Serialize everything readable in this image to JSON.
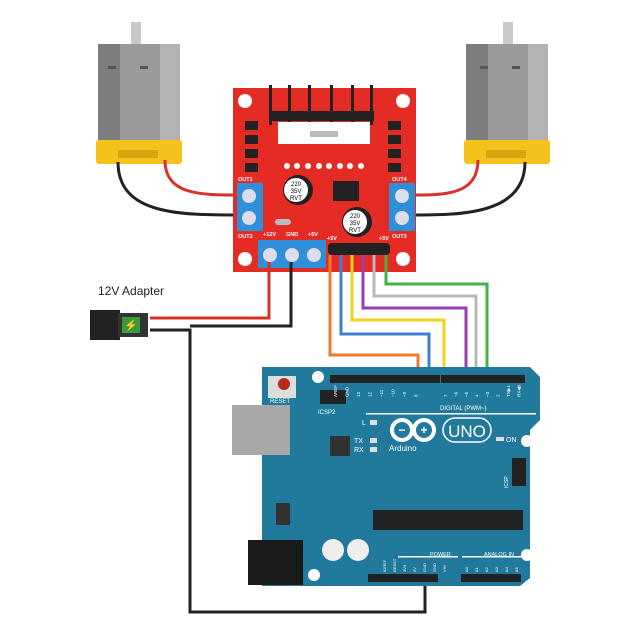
{
  "adapter": {
    "label": "12V Adapter"
  },
  "driver": {
    "out1": "OUT1",
    "out2": "OUT2",
    "out3": "OUT3",
    "out4": "OUT4",
    "v12": "+12V",
    "gnd": "GND",
    "v5": "+5V",
    "v5_left": "+5V",
    "v5_right": "+5V",
    "cap_text": [
      "220",
      "35V",
      "RVT"
    ]
  },
  "arduino": {
    "reset": "RESET",
    "icsp2": "ICSP2",
    "icsp": "ICSP",
    "brand": "Arduino",
    "model": "UNO",
    "led_l": "L",
    "led_tx": "TX",
    "led_rx": "RX",
    "led_on": "ON",
    "digital_label": "DIGITAL (PWM~)",
    "power_label": "POWER",
    "analog_label": "ANALOG IN",
    "digital_pins": [
      "AREF",
      "GND",
      "13",
      "12",
      "~11",
      "~10",
      "~9",
      "8",
      "7",
      "~6",
      "~5",
      "4",
      "~3",
      "2",
      "TX▶1",
      "RX◀0"
    ],
    "power_pins": [
      "IOREF",
      "RESET",
      "3V3",
      "5V",
      "GND",
      "GND",
      "VIN"
    ],
    "analog_pins": [
      "A0",
      "A1",
      "A2",
      "A3",
      "A4",
      "A5"
    ]
  },
  "wires": {
    "colors": {
      "orange": "#f07a2a",
      "blue": "#3d7fd1",
      "yellow": "#f2d21b",
      "purple": "#9b3bb5",
      "gray": "#b8b8b8",
      "green": "#3fb53f",
      "red": "#d9302a",
      "black": "#222222"
    }
  }
}
